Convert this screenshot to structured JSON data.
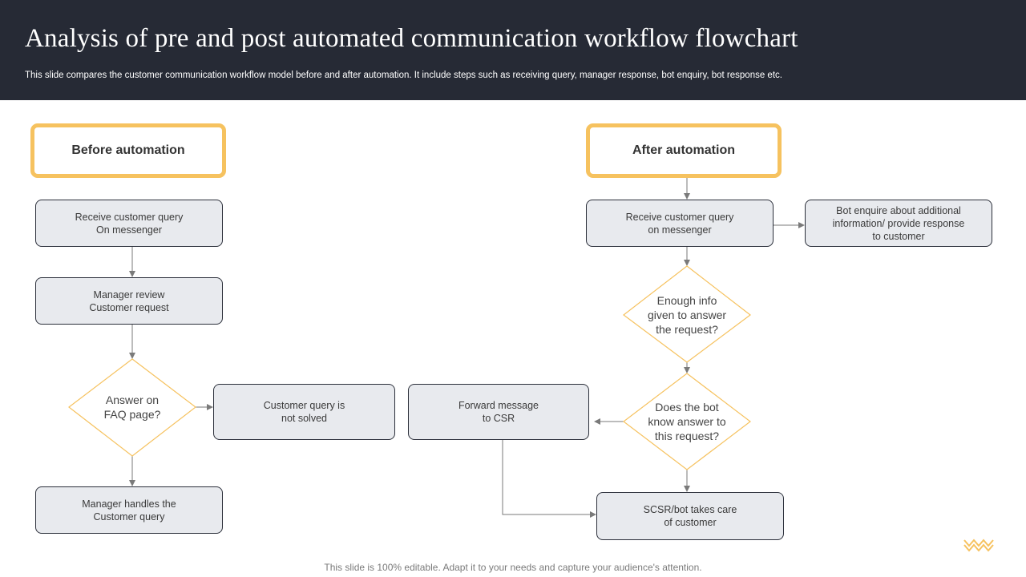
{
  "slide": {
    "title": "Analysis of pre and post automated communication workflow flowchart",
    "subtitle": "This slide compares the customer communication workflow model before and after automation. It include steps such as receiving query, manager response, bot enquiry, bot response etc.",
    "footer": "This slide is 100% editable. Adapt it to your needs and capture your audience's attention."
  },
  "before": {
    "heading": "Before automation",
    "receive": [
      "Receive  customer query",
      "On messenger"
    ],
    "review": [
      "Manager review",
      "Customer request"
    ],
    "faq": [
      "Answer on",
      "FAQ page?"
    ],
    "not_solved": [
      "Customer query is",
      "not solved"
    ],
    "handles": [
      "Manager  handles the",
      "Customer query"
    ]
  },
  "after": {
    "heading": "After automation",
    "receive": [
      "Receive  customer query",
      "on messenger"
    ],
    "bot_enquire": [
      "Bot enquire  about  additional",
      "information/  provide  response",
      "to customer"
    ],
    "enough": [
      "Enough info",
      "given to answer",
      "the request?"
    ],
    "knows": [
      "Does the bot",
      "know answer to",
      "this request?"
    ],
    "forward": [
      "Forward message",
      "to CSR"
    ],
    "scsr": [
      "SCSR/bot takes care",
      "of customer"
    ]
  },
  "colors": {
    "header_bg": "#262a35",
    "accent": "#f6c25f",
    "box_fill": "#e8eaee",
    "box_border": "#2b2f3a",
    "arrow": "#7a7a7a"
  },
  "icons": {
    "logo": "zigzag-logo-icon"
  }
}
